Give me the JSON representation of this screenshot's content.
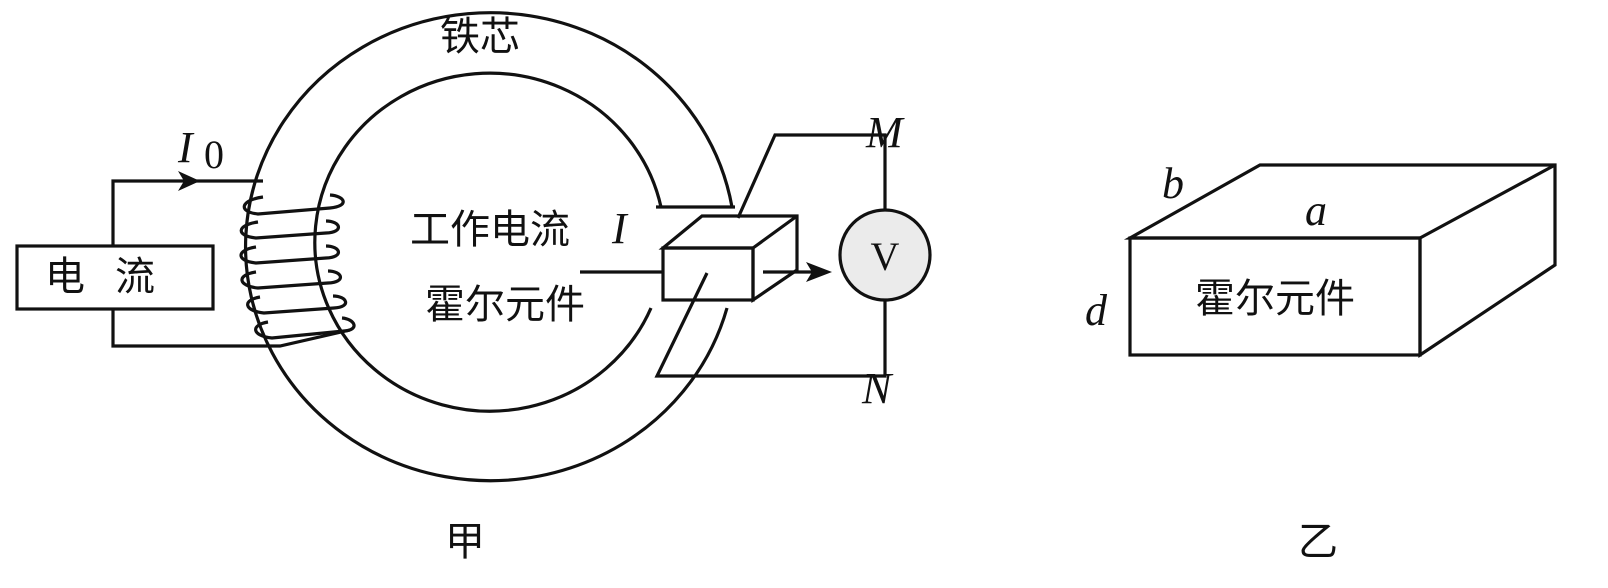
{
  "figure_a": {
    "core_label": "铁芯",
    "input_current_symbol": "I",
    "input_current_subscript": "0",
    "source_label": "电流",
    "working_current_label": "工作电流",
    "working_current_symbol": "I",
    "hall_element_label": "霍尔元件",
    "voltmeter_label": "V",
    "terminal_top": "M",
    "terminal_bottom": "N",
    "caption": "甲"
  },
  "figure_b": {
    "edge_b": "b",
    "edge_a": "a",
    "edge_d": "d",
    "element_label": "霍尔元件",
    "caption": "乙"
  },
  "colors": {
    "line": "#111111",
    "voltmeter_fill": "#ebebeb"
  }
}
